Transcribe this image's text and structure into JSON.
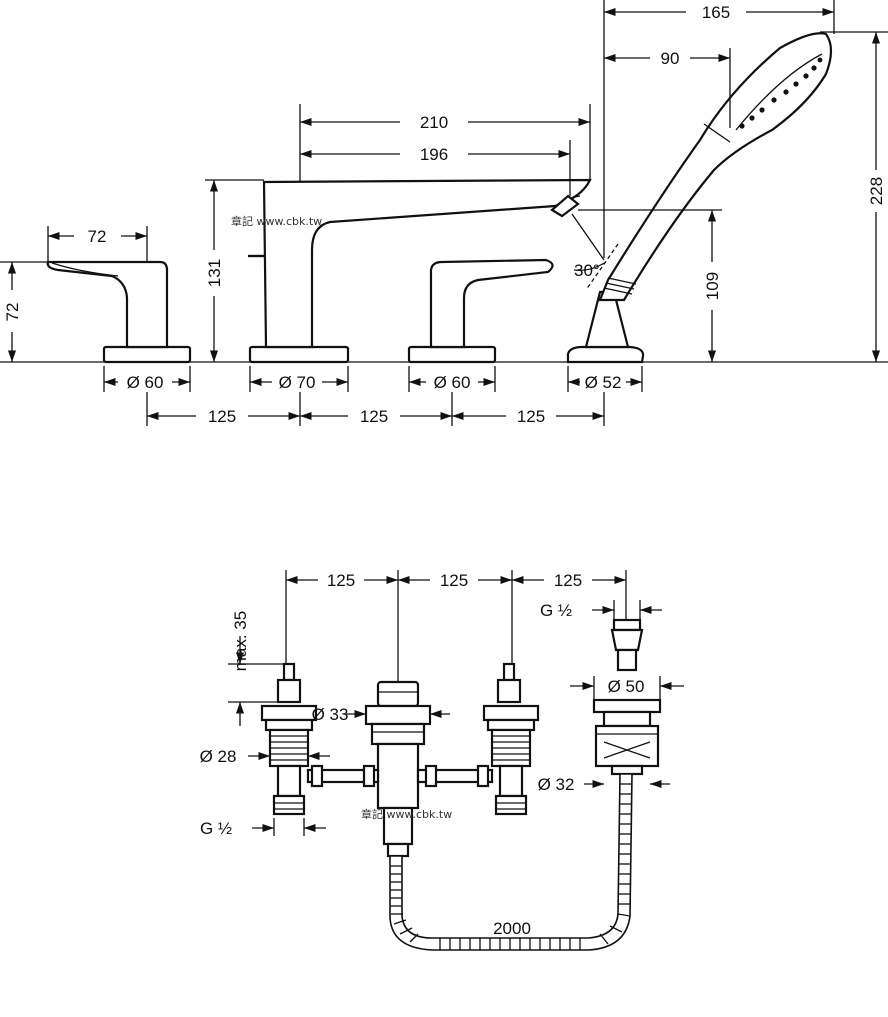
{
  "top_view": {
    "handle_left_width": "72",
    "handle_left_height": "72",
    "base_left_diameter": "Ø 60",
    "spout_length_outer": "210",
    "spout_length_inner": "196",
    "spout_height": "131",
    "base_spout_diameter": "Ø 70",
    "base_right_diameter": "Ø 60",
    "spacing_1": "125",
    "spacing_2": "125",
    "spacing_3": "125",
    "shower_total_width": "165",
    "shower_head_offset": "90",
    "shower_height": "228",
    "shower_holder_height": "109",
    "shower_angle": "30°",
    "base_shower_diameter": "Ø 52",
    "watermark": "章記 www.cbk.tw"
  },
  "bottom_view": {
    "spacing_1": "125",
    "spacing_2": "125",
    "spacing_3": "125",
    "max_depth": "max. 35",
    "dia_33": "Ø 33",
    "dia_28": "Ø 28",
    "thread_left": "G ½",
    "thread_right": "G ½",
    "dia_50": "Ø 50",
    "dia_32": "Ø 32",
    "hose_length": "2000",
    "watermark": "章記 www.cbk.tw"
  }
}
